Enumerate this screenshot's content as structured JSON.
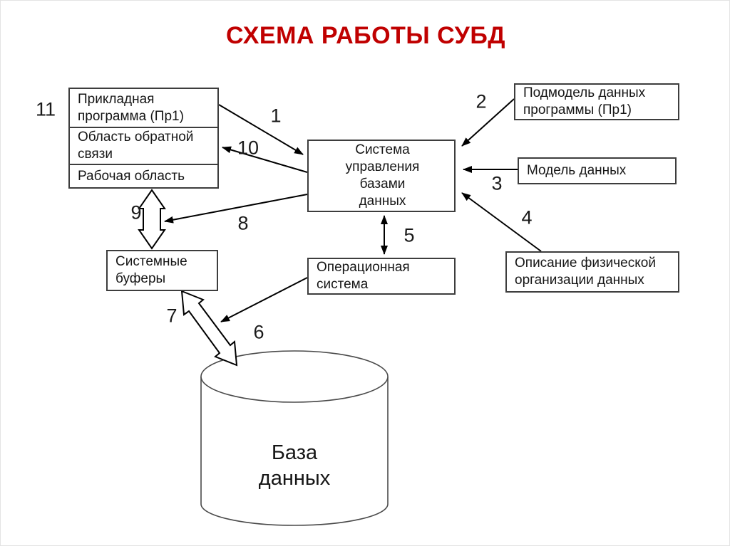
{
  "title": "СХЕМА РАБОТЫ СУБД",
  "colors": {
    "title": "#c00000",
    "line": "#000000",
    "box_border": "#3d3d3d",
    "background": "#ffffff"
  },
  "boxes": {
    "app_program": "Прикладная\nпрограмма (Пр1)",
    "feedback_area": "Область обратной\nсвязи",
    "work_area": "Рабочая область",
    "dbms": "Система\nуправления\nбазами\nданных",
    "submodel": "Подмодель данных\nпрограммы (Пр1)",
    "data_model": "Модель данных",
    "physical_desc": "Описание физической\nорганизации данных",
    "os": "Операционная\nсистема",
    "system_buffers": "Системные\nбуферы",
    "database": "База\nданных"
  },
  "arrow_labels": {
    "n1": "1",
    "n2": "2",
    "n3": "3",
    "n4": "4",
    "n5": "5",
    "n6": "6",
    "n7": "7",
    "n8": "8",
    "n9": "9",
    "n10": "10",
    "n11": "11"
  }
}
